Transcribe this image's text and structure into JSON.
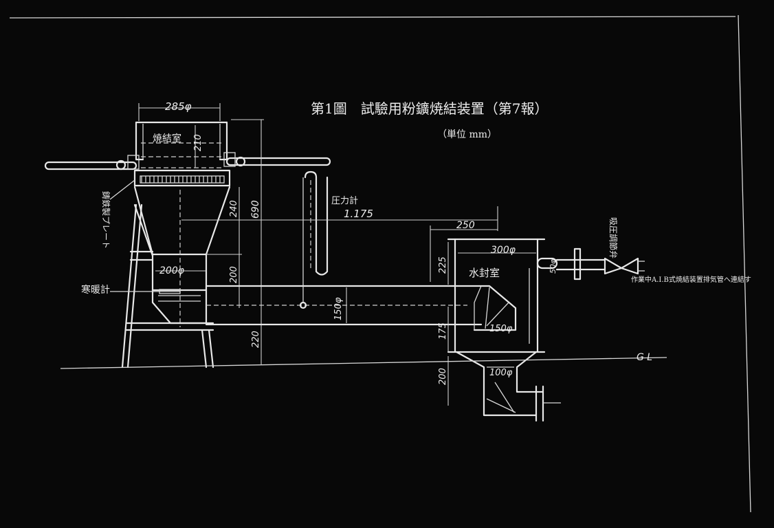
{
  "title": "第1圖　試驗用粉鑛焼結装置（第7報）",
  "unit": "（単位 mm）",
  "labels": {
    "sintering_chamber": "焼結室",
    "water_seal": "水封室",
    "cast_iron_plate": "鋳鉄製プレート",
    "manometer": "圧力計",
    "thermometer": "寒暖計",
    "suction_valve": "吸圧調節弁",
    "connect_note": "作業中A.I.B式焼結装置排気管へ連結す",
    "ground_line": "G L"
  },
  "dimensions": {
    "d285": "285φ",
    "d210": "210",
    "d690": "690",
    "d240": "240",
    "d200_cone": "200φ",
    "d200_v": "200",
    "d220": "220",
    "d1175": "1.175",
    "d250": "250",
    "d300": "300φ",
    "d225": "225",
    "d150_pipe": "150φ",
    "d150_box": "150φ",
    "d175": "175",
    "d200_low": "200",
    "d100": "100φ",
    "d50": "50φ"
  }
}
